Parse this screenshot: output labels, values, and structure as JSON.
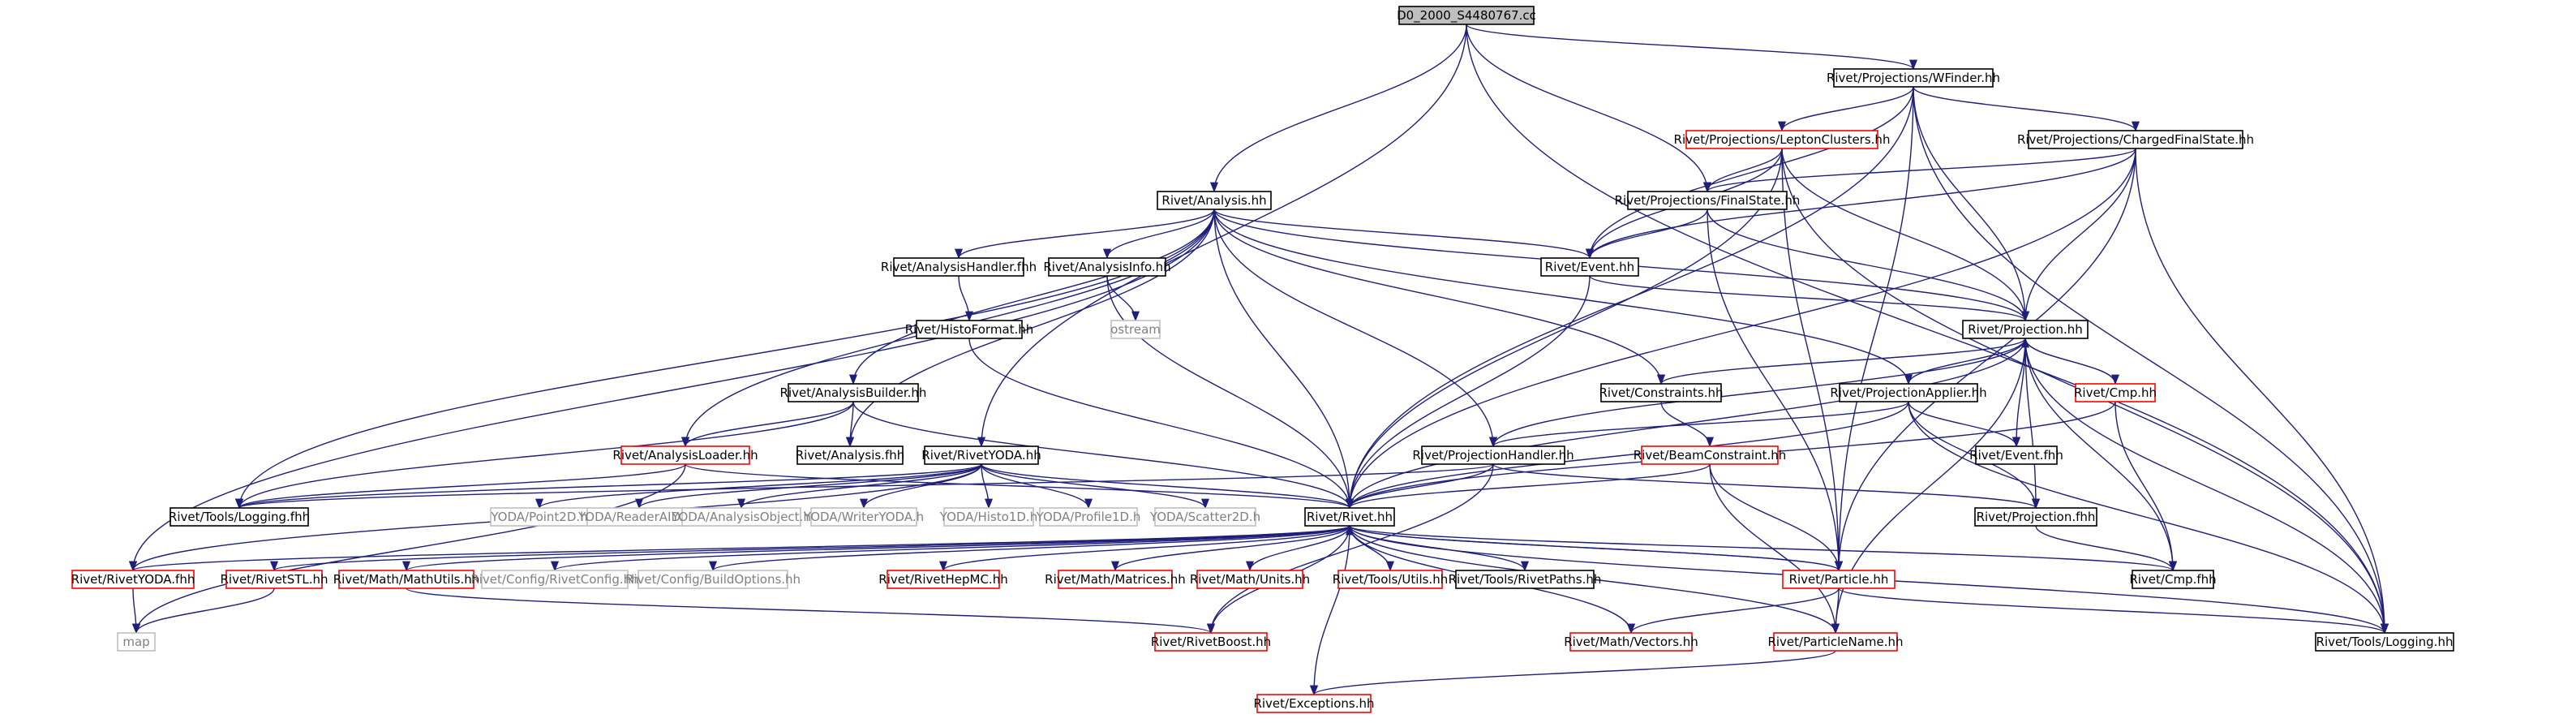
{
  "graph": {
    "nodes": [
      {
        "id": "root",
        "label": "D0_2000_S4480767.cc",
        "style": "root"
      },
      {
        "id": "wfinder",
        "label": "Rivet/Projections/WFinder.hh",
        "style": "normal"
      },
      {
        "id": "lepton",
        "label": "Rivet/Projections/LeptonClusters.hh",
        "style": "red"
      },
      {
        "id": "charged",
        "label": "Rivet/Projections/ChargedFinalState.hh",
        "style": "normal"
      },
      {
        "id": "analysis",
        "label": "Rivet/Analysis.hh",
        "style": "normal"
      },
      {
        "id": "finalstate",
        "label": "Rivet/Projections/FinalState.hh",
        "style": "normal"
      },
      {
        "id": "event",
        "label": "Rivet/Event.hh",
        "style": "normal"
      },
      {
        "id": "ahandler",
        "label": "Rivet/AnalysisHandler.fhh",
        "style": "normal"
      },
      {
        "id": "ainfo",
        "label": "Rivet/AnalysisInfo.hh",
        "style": "normal"
      },
      {
        "id": "histoformat",
        "label": "Rivet/HistoFormat.hh",
        "style": "normal"
      },
      {
        "id": "ostream",
        "label": "ostream",
        "style": "gray"
      },
      {
        "id": "projection",
        "label": "Rivet/Projection.hh",
        "style": "normal"
      },
      {
        "id": "abuilder",
        "label": "Rivet/AnalysisBuilder.hh",
        "style": "normal"
      },
      {
        "id": "constraints",
        "label": "Rivet/Constraints.hh",
        "style": "normal"
      },
      {
        "id": "projapplier",
        "label": "Rivet/ProjectionApplier.hh",
        "style": "normal"
      },
      {
        "id": "cmp",
        "label": "Rivet/Cmp.hh",
        "style": "red"
      },
      {
        "id": "aloader",
        "label": "Rivet/AnalysisLoader.hh",
        "style": "red"
      },
      {
        "id": "analysisfhh",
        "label": "Rivet/Analysis.fhh",
        "style": "normal"
      },
      {
        "id": "rivetyoda",
        "label": "Rivet/RivetYODA.hh",
        "style": "normal"
      },
      {
        "id": "projhandler",
        "label": "Rivet/ProjectionHandler.hh",
        "style": "normal"
      },
      {
        "id": "beam",
        "label": "Rivet/BeamConstraint.hh",
        "style": "red"
      },
      {
        "id": "eventfhh",
        "label": "Rivet/Event.fhh",
        "style": "normal"
      },
      {
        "id": "toolslogfhh",
        "label": "Rivet/Tools/Logging.fhh",
        "style": "normal"
      },
      {
        "id": "point2d",
        "label": "YODA/Point2D.h",
        "style": "gray"
      },
      {
        "id": "readeraida",
        "label": "YODA/ReaderAIDA.h",
        "style": "gray"
      },
      {
        "id": "aobject",
        "label": "YODA/AnalysisObject.h",
        "style": "gray"
      },
      {
        "id": "writeryoda",
        "label": "YODA/WriterYODA.h",
        "style": "gray"
      },
      {
        "id": "histo1d",
        "label": "YODA/Histo1D.h",
        "style": "gray"
      },
      {
        "id": "profile1d",
        "label": "YODA/Profile1D.h",
        "style": "gray"
      },
      {
        "id": "scatter2d",
        "label": "YODA/Scatter2D.h",
        "style": "gray"
      },
      {
        "id": "rivethh",
        "label": "Rivet/Rivet.hh",
        "style": "normal"
      },
      {
        "id": "projfhh",
        "label": "Rivet/Projection.fhh",
        "style": "normal"
      },
      {
        "id": "rivetyodafhh",
        "label": "Rivet/RivetYODA.fhh",
        "style": "red"
      },
      {
        "id": "rivetstl",
        "label": "Rivet/RivetSTL.hh",
        "style": "red"
      },
      {
        "id": "mathutils",
        "label": "Rivet/Math/MathUtils.hh",
        "style": "red"
      },
      {
        "id": "rivetconfig",
        "label": "Rivet/Config/RivetConfig.hh",
        "style": "gray"
      },
      {
        "id": "buildoptions",
        "label": "Rivet/Config/BuildOptions.hh",
        "style": "gray"
      },
      {
        "id": "hepmc",
        "label": "Rivet/RivetHepMC.hh",
        "style": "red"
      },
      {
        "id": "matrices",
        "label": "Rivet/Math/Matrices.hh",
        "style": "red"
      },
      {
        "id": "units",
        "label": "Rivet/Math/Units.hh",
        "style": "red"
      },
      {
        "id": "toolsutils",
        "label": "Rivet/Tools/Utils.hh",
        "style": "red"
      },
      {
        "id": "rivetpaths",
        "label": "Rivet/Tools/RivetPaths.hh",
        "style": "normal"
      },
      {
        "id": "particle",
        "label": "Rivet/Particle.hh",
        "style": "red"
      },
      {
        "id": "cmpfhh",
        "label": "Rivet/Cmp.fhh",
        "style": "normal"
      },
      {
        "id": "map",
        "label": "map",
        "style": "gray"
      },
      {
        "id": "rivetboost",
        "label": "Rivet/RivetBoost.hh",
        "style": "red"
      },
      {
        "id": "vectors",
        "label": "Rivet/Math/Vectors.hh",
        "style": "red"
      },
      {
        "id": "pname",
        "label": "Rivet/ParticleName.hh",
        "style": "red"
      },
      {
        "id": "toolslog",
        "label": "Rivet/Tools/Logging.hh",
        "style": "normal"
      },
      {
        "id": "exceptions",
        "label": "Rivet/Exceptions.hh",
        "style": "red"
      }
    ],
    "edges": [
      [
        "root",
        "wfinder"
      ],
      [
        "root",
        "analysis"
      ],
      [
        "root",
        "finalstate"
      ],
      [
        "root",
        "rivetyoda"
      ],
      [
        "root",
        "toolslog"
      ],
      [
        "wfinder",
        "lepton"
      ],
      [
        "wfinder",
        "charged"
      ],
      [
        "wfinder",
        "event"
      ],
      [
        "wfinder",
        "projection"
      ],
      [
        "wfinder",
        "rivethh"
      ],
      [
        "wfinder",
        "particle"
      ],
      [
        "wfinder",
        "toolslog"
      ],
      [
        "lepton",
        "finalstate"
      ],
      [
        "lepton",
        "event"
      ],
      [
        "lepton",
        "projection"
      ],
      [
        "lepton",
        "rivethh"
      ],
      [
        "lepton",
        "particle"
      ],
      [
        "lepton",
        "toolslog"
      ],
      [
        "charged",
        "finalstate"
      ],
      [
        "charged",
        "event"
      ],
      [
        "charged",
        "projection"
      ],
      [
        "charged",
        "rivethh"
      ],
      [
        "charged",
        "particle"
      ],
      [
        "charged",
        "toolslog"
      ],
      [
        "analysis",
        "ahandler"
      ],
      [
        "analysis",
        "ainfo"
      ],
      [
        "analysis",
        "event"
      ],
      [
        "analysis",
        "projection"
      ],
      [
        "analysis",
        "abuilder"
      ],
      [
        "analysis",
        "constraints"
      ],
      [
        "analysis",
        "projapplier"
      ],
      [
        "analysis",
        "aloader"
      ],
      [
        "analysis",
        "analysisfhh"
      ],
      [
        "analysis",
        "projhandler"
      ],
      [
        "analysis",
        "rivethh"
      ],
      [
        "analysis",
        "toolslogfhh"
      ],
      [
        "analysis",
        "rivetyodafhh"
      ],
      [
        "finalstate",
        "event"
      ],
      [
        "finalstate",
        "projection"
      ],
      [
        "finalstate",
        "particle"
      ],
      [
        "event",
        "projection"
      ],
      [
        "event",
        "rivethh"
      ],
      [
        "ahandler",
        "histoformat"
      ],
      [
        "histoformat",
        "rivethh"
      ],
      [
        "ainfo",
        "ostream"
      ],
      [
        "ainfo",
        "rivethh"
      ],
      [
        "projection",
        "constraints"
      ],
      [
        "projection",
        "projapplier"
      ],
      [
        "projection",
        "cmp"
      ],
      [
        "projection",
        "eventfhh"
      ],
      [
        "projection",
        "projfhh"
      ],
      [
        "projection",
        "cmpfhh"
      ],
      [
        "projection",
        "projhandler"
      ],
      [
        "projection",
        "rivethh"
      ],
      [
        "projection",
        "toolslog"
      ],
      [
        "projection",
        "pname"
      ],
      [
        "cmp",
        "projection"
      ],
      [
        "cmp",
        "rivethh"
      ],
      [
        "cmp",
        "cmpfhh"
      ],
      [
        "abuilder",
        "aloader"
      ],
      [
        "abuilder",
        "analysisfhh"
      ],
      [
        "abuilder",
        "rivethh"
      ],
      [
        "abuilder",
        "toolslogfhh"
      ],
      [
        "constraints",
        "beam"
      ],
      [
        "projapplier",
        "eventfhh"
      ],
      [
        "projapplier",
        "projhandler"
      ],
      [
        "projapplier",
        "projfhh"
      ],
      [
        "projapplier",
        "rivethh"
      ],
      [
        "projapplier",
        "toolslog"
      ],
      [
        "aloader",
        "rivethh"
      ],
      [
        "aloader",
        "toolslogfhh"
      ],
      [
        "aloader",
        "map"
      ],
      [
        "rivetyoda",
        "toolslogfhh"
      ],
      [
        "rivetyoda",
        "point2d"
      ],
      [
        "rivetyoda",
        "readeraida"
      ],
      [
        "rivetyoda",
        "aobject"
      ],
      [
        "rivetyoda",
        "writeryoda"
      ],
      [
        "rivetyoda",
        "histo1d"
      ],
      [
        "rivetyoda",
        "profile1d"
      ],
      [
        "rivetyoda",
        "scatter2d"
      ],
      [
        "rivetyoda",
        "rivethh"
      ],
      [
        "rivetyoda",
        "rivetyodafhh"
      ],
      [
        "projhandler",
        "rivethh"
      ],
      [
        "projhandler",
        "toolslogfhh"
      ],
      [
        "projhandler",
        "projfhh"
      ],
      [
        "projhandler",
        "rivetboost"
      ],
      [
        "beam",
        "rivethh"
      ],
      [
        "beam",
        "particle"
      ],
      [
        "beam",
        "pname"
      ],
      [
        "rivethh",
        "rivetyodafhh"
      ],
      [
        "rivethh",
        "rivetstl"
      ],
      [
        "rivethh",
        "mathutils"
      ],
      [
        "rivethh",
        "rivetconfig"
      ],
      [
        "rivethh",
        "buildoptions"
      ],
      [
        "rivethh",
        "hepmc"
      ],
      [
        "rivethh",
        "matrices"
      ],
      [
        "rivethh",
        "units"
      ],
      [
        "rivethh",
        "toolsutils"
      ],
      [
        "rivethh",
        "rivetpaths"
      ],
      [
        "rivethh",
        "particle"
      ],
      [
        "rivethh",
        "vectors"
      ],
      [
        "rivethh",
        "pname"
      ],
      [
        "rivethh",
        "rivetboost"
      ],
      [
        "rivethh",
        "exceptions"
      ],
      [
        "rivethh",
        "toolslog"
      ],
      [
        "rivethh",
        "cmpfhh"
      ],
      [
        "particle",
        "rivethh"
      ],
      [
        "particle",
        "vectors"
      ],
      [
        "particle",
        "pname"
      ],
      [
        "particle",
        "toolslog"
      ],
      [
        "rivetyodafhh",
        "map"
      ],
      [
        "rivetstl",
        "map"
      ],
      [
        "mathutils",
        "rivetboost"
      ],
      [
        "projfhh",
        "cmpfhh"
      ],
      [
        "pname",
        "exceptions"
      ]
    ]
  },
  "colors": {
    "edge": "#1f1f7a",
    "normal_border": "#000000",
    "red_border": "#ff0000",
    "gray_border": "#bfbfbf",
    "gray_text": "#808080",
    "root_fill": "#bfbfbf"
  }
}
